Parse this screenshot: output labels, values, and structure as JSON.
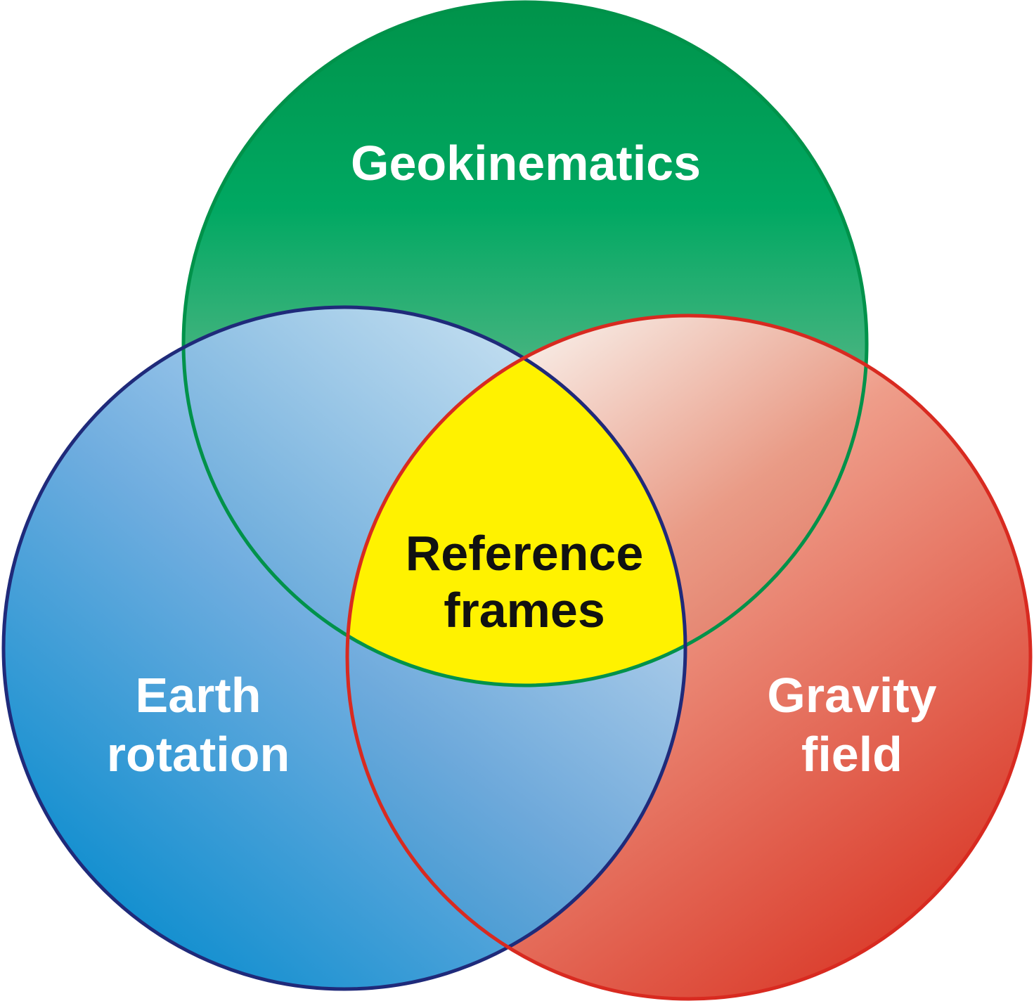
{
  "diagram": {
    "type": "venn",
    "sets": [
      {
        "id": "geokinematics",
        "label": "Geokinematics",
        "color": "#009a4a"
      },
      {
        "id": "earth_rotation",
        "label_lines": [
          "Earth",
          "rotation"
        ],
        "color": "#1f2a7a"
      },
      {
        "id": "gravity_field",
        "label_lines": [
          "Gravity",
          "field"
        ],
        "color": "#d82a20"
      }
    ],
    "intersection": {
      "label_lines": [
        "Reference",
        "frames"
      ],
      "color": "#fff200"
    }
  }
}
